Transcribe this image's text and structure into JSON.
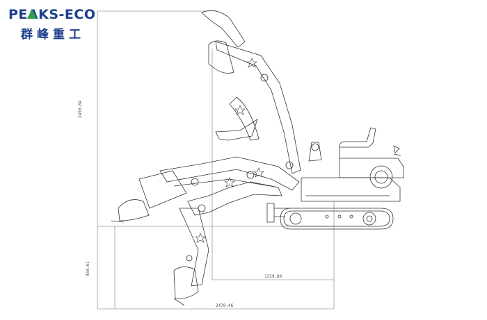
{
  "logo": {
    "brand_en": "PEAKS-ECO",
    "brand_cn": "群峰重工",
    "colors": {
      "text": "#1b3f8c",
      "triangle": "#2e9e4f"
    }
  },
  "dimensions": {
    "max_dig_height": "2450.84",
    "max_dig_depth": "450.61",
    "dump_reach": "1359.89",
    "max_reach": "2478.46"
  },
  "drawing": {
    "line_color": "#333333"
  }
}
